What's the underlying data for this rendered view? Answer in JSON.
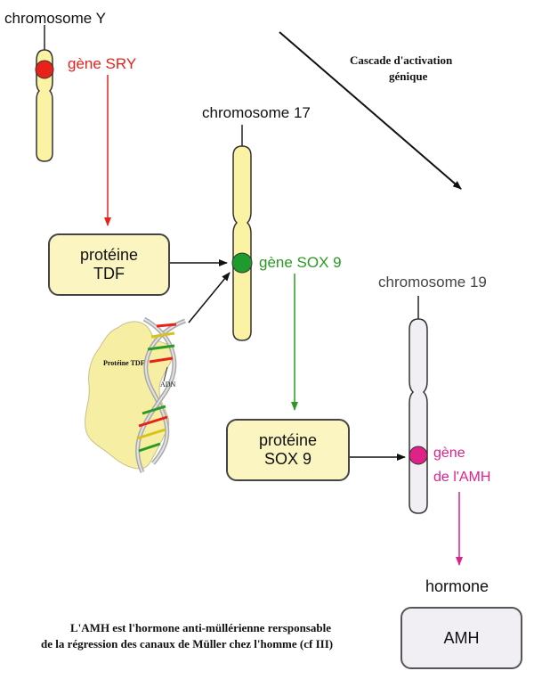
{
  "chromosomes": {
    "y": {
      "label": "chromosome Y",
      "gene": "gène SRY",
      "gene_color": "#e8221b"
    },
    "c17": {
      "label": "chromosome 17",
      "gene": "gène SOX 9",
      "gene_color": "#2a9a22"
    },
    "c19": {
      "label": "chromosome 19",
      "gene_line1": "gène",
      "gene_line2": "de l'AMH",
      "gene_color": "#e0218a"
    }
  },
  "proteins": {
    "tdf": {
      "line1": "protéine",
      "line2": "TDF"
    },
    "sox9": {
      "line1": "protéine",
      "line2": "SOX 9"
    }
  },
  "illustration": {
    "protein_label": "Protéine TDF",
    "dna_label": "ADN"
  },
  "cascade": {
    "line1": "Cascade d'activation",
    "line2": "génique"
  },
  "hormone": {
    "label": "hormone",
    "name": "AMH"
  },
  "caption": {
    "line1": "L'AMH est l'hormone anti-müllérienne rersponsable",
    "line2": "de la régression des canaux de Müller chez l'homme (cf III)"
  },
  "colors": {
    "chromosome_fill": "#fbf3a3",
    "box_fill": "#fbf5c2",
    "chr19_fill": "#f1eef4",
    "amh_fill": "#f1eef4"
  }
}
